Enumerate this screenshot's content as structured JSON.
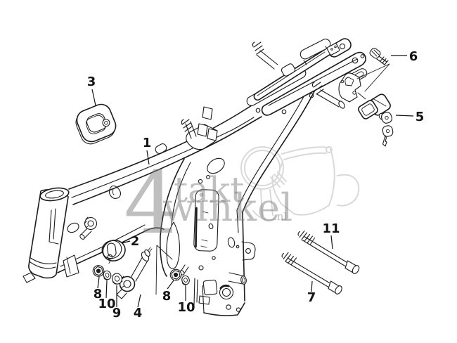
{
  "callouts": [
    {
      "label": "3"
    },
    {
      "label": "1"
    },
    {
      "label": "6"
    },
    {
      "label": "5"
    },
    {
      "label": "2"
    },
    {
      "label": "8"
    },
    {
      "label": "10"
    },
    {
      "label": "9"
    },
    {
      "label": "4"
    },
    {
      "label": "8"
    },
    {
      "label": "10"
    },
    {
      "label": "11"
    },
    {
      "label": "7"
    }
  ],
  "watermark": {
    "big_digit": "4",
    "word_top": "takt",
    "word_bottom": "winkel",
    "suffix": ".nl"
  },
  "colors": {
    "background": "#ffffff",
    "line_art": "#1c1c1c",
    "watermark_text": "#7a7a7a",
    "watermark_sketch": "#d9d9d9"
  }
}
